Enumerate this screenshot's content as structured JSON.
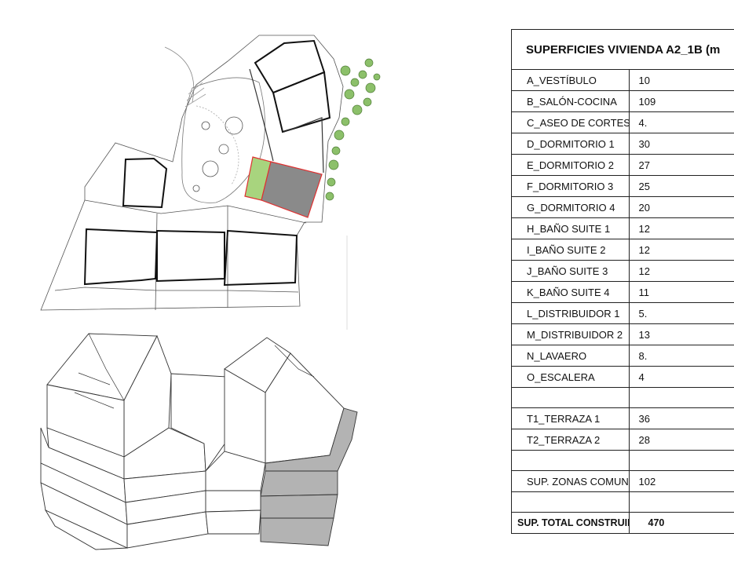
{
  "table": {
    "title": "SUPERFICIES VIVIENDA A2_1B (m",
    "rows": [
      {
        "label": "A_VESTÍBULO",
        "value": "10"
      },
      {
        "label": "B_SALÓN-COCINA",
        "value": "109"
      },
      {
        "label": "C_ASEO DE CORTESÍA",
        "value": "4."
      },
      {
        "label": "D_DORMITORIO 1",
        "value": "30"
      },
      {
        "label": "E_DORMITORIO 2",
        "value": "27"
      },
      {
        "label": "F_DORMITORIO 3",
        "value": "25"
      },
      {
        "label": "G_DORMITORIO 4",
        "value": "20"
      },
      {
        "label": "H_BAÑO SUITE 1",
        "value": "12"
      },
      {
        "label": "I_BAÑO SUITE 2",
        "value": "12"
      },
      {
        "label": "J_BAÑO SUITE 3",
        "value": "12"
      },
      {
        "label": "K_BAÑO SUITE 4",
        "value": "11"
      },
      {
        "label": "L_DISTRIBUIDOR 1",
        "value": "5."
      },
      {
        "label": "M_DISTRIBUIDOR 2",
        "value": "13"
      },
      {
        "label": "N_LAVAERO",
        "value": "8."
      },
      {
        "label": "O_ESCALERA",
        "value": "4"
      }
    ],
    "terraces": [
      {
        "label": "T1_TERRAZA 1",
        "value": "36"
      },
      {
        "label": "T2_TERRAZA 2",
        "value": "28"
      }
    ],
    "common": {
      "label": "SUP. ZONAS COMUNES",
      "value": "102"
    },
    "total": {
      "label": "SUP. TOTAL CONSTRUIDA",
      "value": "470"
    }
  },
  "colors": {
    "highlight_green": "#a8d47e",
    "highlight_gray": "#8a8a8a",
    "highlight_outline": "#e03030",
    "tree_green": "#8cc06a"
  }
}
